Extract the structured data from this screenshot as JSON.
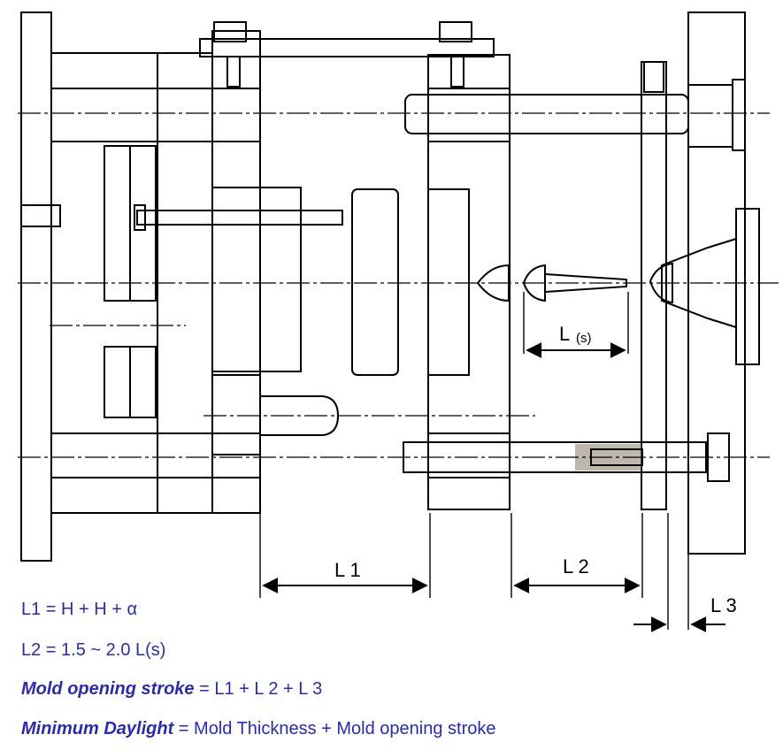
{
  "labels": {
    "l1": "L 1",
    "l2": "L 2",
    "l3": "L 3",
    "ls_main": "L",
    "ls_sub": "(s)"
  },
  "formulas": {
    "f1": "L1 = H + H + α",
    "f2": "L2 = 1.5 ~ 2.0 L(s)",
    "f3_label": "Mold opening stroke",
    "f3_rest": " = L1 + L 2 + L 3",
    "f4_label": "Minimum Daylight",
    "f4_rest": " =  Mold Thickness + Mold opening stroke"
  },
  "colors": {
    "line": "#000000",
    "formula_text": "#2b2ba8",
    "hatch": "#8a7a6a"
  }
}
